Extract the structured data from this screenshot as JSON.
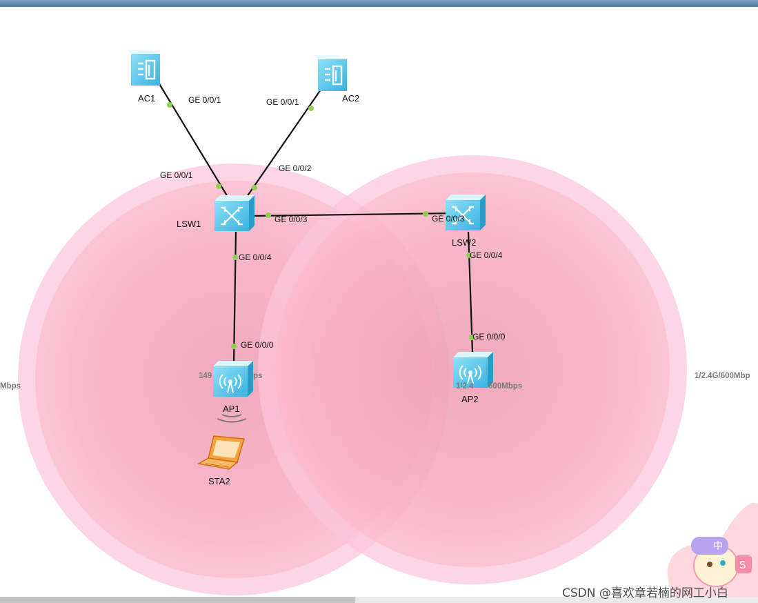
{
  "devices": {
    "ac1": "AC1",
    "ac2": "AC2",
    "lsw1": "LSW1",
    "lsw2": "LSW2",
    "ap1": "AP1",
    "ap2": "AP2",
    "sta2": "STA2"
  },
  "ports": {
    "ac1_g001": "GE 0/0/1",
    "ac2_g001": "GE 0/0/1",
    "lsw1_g001": "GE 0/0/1",
    "lsw1_g002": "GE 0/0/2",
    "lsw1_g003": "GE 0/0/3",
    "lsw1_g004": "GE 0/0/4",
    "lsw2_g003": "GE 0/0/3",
    "lsw2_g004": "GE 0/0/4",
    "ap1_g000": "GE 0/0/0",
    "ap2_g000": "GE 0/0/0"
  },
  "rates": {
    "left_edge": "Mbps",
    "ap1_rate": "149",
    "ap1_rate_tail": "ps",
    "ap2_rate": "1/2.4",
    "ap2_rate_tail": "600Mbps",
    "right_edge": "1/2.4G/600Mbp"
  },
  "watermark": "CSDN @喜欢章若楠的网工小白",
  "colors": {
    "coverage": "#f7a2bd",
    "device": "#5ec8ea",
    "port_dot": "#8fd14f",
    "link": "#111111"
  }
}
